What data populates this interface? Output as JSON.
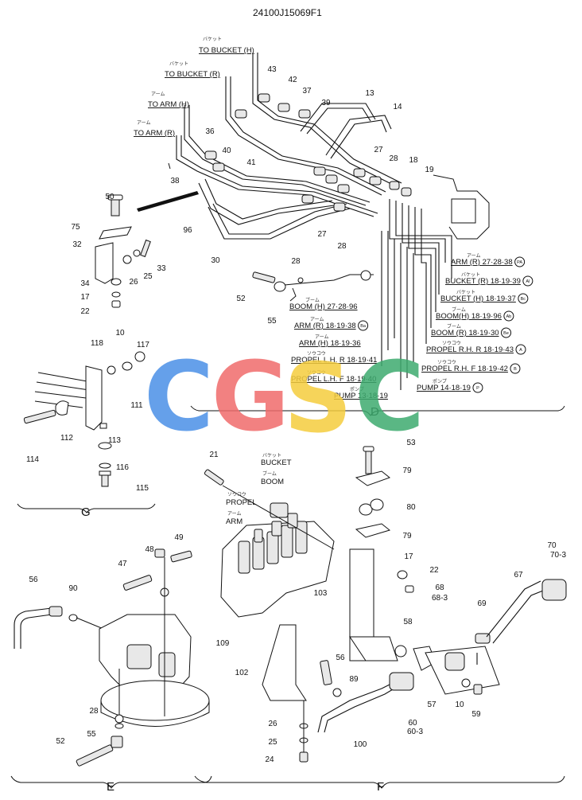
{
  "diagram": {
    "code": "24100J15069F1",
    "sections": [
      "D",
      "G",
      "E",
      "F"
    ],
    "watermark": {
      "letters": [
        "C",
        "G",
        "S",
        "C"
      ],
      "colors": [
        "#4a8fe6",
        "#f06b6b",
        "#f4cd3d",
        "#3daa6f"
      ]
    },
    "top_labels": [
      {
        "jp": "バケット",
        "text": "TO BUCKET (H)"
      },
      {
        "jp": "バケット",
        "text": "TO BUCKET (R)"
      },
      {
        "jp": "アーム",
        "text": "TO ARM (H)"
      },
      {
        "jp": "アーム",
        "text": "TO ARM (R)"
      }
    ],
    "port_labels": [
      {
        "jp": "アーム",
        "text": "ARM (R) 27·28·38",
        "tag": "PA"
      },
      {
        "jp": "バケット",
        "text": "BUCKET (R) 18·19·39",
        "tag": "Al"
      },
      {
        "jp": "バケット",
        "text": "BUCKET (H) 18·19·37",
        "tag": "Bc"
      },
      {
        "jp": "ブーム",
        "text": "BOOM(H) 18·19·96",
        "tag": "Ab"
      },
      {
        "jp": "ブーム",
        "text": "BOOM (R) 18·19·30",
        "tag": "Be"
      },
      {
        "jp": "ソウコウ",
        "text": "PROPEL R.H. R 18·19·43",
        "tag": "A"
      },
      {
        "jp": "ソウコウ",
        "text": "PROPEL R.H. F 18·19·42",
        "tag": "B"
      },
      {
        "jp": "ポンプ",
        "text": "PUMP 14·18·19",
        "tag": "P"
      },
      {
        "jp": "ブーム",
        "text": "BOOM (H) 27·28·96",
        "tag": ""
      },
      {
        "jp": "アーム",
        "text": "ARM (R) 18·19·38",
        "tag": "Ba"
      },
      {
        "jp": "アーム",
        "text": "ARM (H) 18·19·36",
        "tag": ""
      },
      {
        "jp": "ソウコウ",
        "text": "PROPEL L.H. R 18·19·41",
        "tag": ""
      },
      {
        "jp": "ソウコウ",
        "text": "PROPEL L.H. F 18·19·40",
        "tag": ""
      },
      {
        "jp": "ポンプ",
        "text": "PUMP 13·18·19",
        "tag": ""
      }
    ],
    "valve_labels": [
      {
        "jp": "バケット",
        "text": "BUCKET"
      },
      {
        "jp": "ブーム",
        "text": "BOOM"
      },
      {
        "jp": "ソウコウ",
        "text": "PROPEL"
      },
      {
        "jp": "アーム",
        "text": "ARM"
      }
    ],
    "part_numbers": [
      "43",
      "42",
      "37",
      "39",
      "13",
      "14",
      "36",
      "40",
      "41",
      "27",
      "28",
      "18",
      "19",
      "38",
      "50",
      "75",
      "32",
      "33",
      "25",
      "26",
      "34",
      "17",
      "22",
      "96",
      "30",
      "28",
      "27",
      "28",
      "52",
      "55",
      "118",
      "10",
      "117",
      "111",
      "112",
      "114",
      "113",
      "116",
      "115",
      "21",
      "53",
      "79",
      "80",
      "79",
      "17",
      "22",
      "49",
      "48",
      "47",
      "56",
      "90",
      "109",
      "103",
      "58",
      "67",
      "70",
      "70-3",
      "68",
      "68-3",
      "69",
      "102",
      "56",
      "89",
      "57",
      "10",
      "59",
      "60",
      "60-3",
      "100",
      "26",
      "25",
      "24",
      "28",
      "55",
      "52"
    ]
  }
}
